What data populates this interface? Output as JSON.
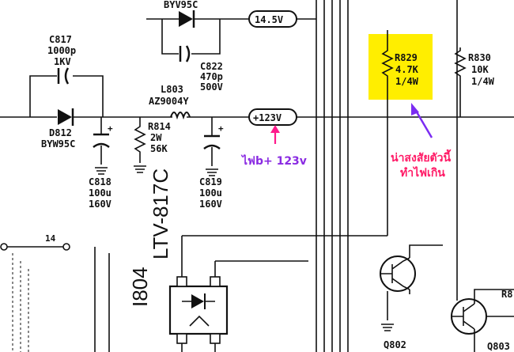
{
  "schematic": {
    "components": {
      "byv95c_top": "BYV95C",
      "rail_14v": "14.5V",
      "c817_name": "C817",
      "c817_value": "1000p",
      "c817_voltage": "1KV",
      "c822_name": "C822",
      "c822_value": "470p",
      "c822_voltage": "500V",
      "l803_name": "L803",
      "l803_part": "AZ9004Y",
      "rail_123v": "+123V",
      "d812_name": "D812",
      "d812_part": "BYW95C",
      "r814_name": "R814",
      "r814_power": "2W",
      "r814_value": "56K",
      "c818_name": "C818",
      "c818_value": "100u",
      "c818_voltage": "160V",
      "c819_name": "C819",
      "c819_value": "100u",
      "c819_voltage": "160V",
      "r829_name": "R829",
      "r829_value": "4.7K",
      "r829_power": "1/4W",
      "r830_name": "R830",
      "r830_value": "10K",
      "r830_power": "1/4W",
      "pin_14": "14",
      "opto_ref": "I804",
      "opto_part": "LTV-817C",
      "q802": "Q802",
      "q803": "Q803",
      "r8_partial": "R8"
    },
    "annotations": {
      "voltage_note": "ไฟb+ 123v",
      "suspect_line1": "น่าสงสัยตัวนี้",
      "suspect_line2": "ทำไฟเกิน"
    },
    "colors": {
      "highlight": "#ffee00",
      "pink_arrow": "#ff1a8c",
      "purple_text": "#8a2be2",
      "red_text": "#ff1a66",
      "purple_arrow": "#7b2cf2"
    }
  }
}
